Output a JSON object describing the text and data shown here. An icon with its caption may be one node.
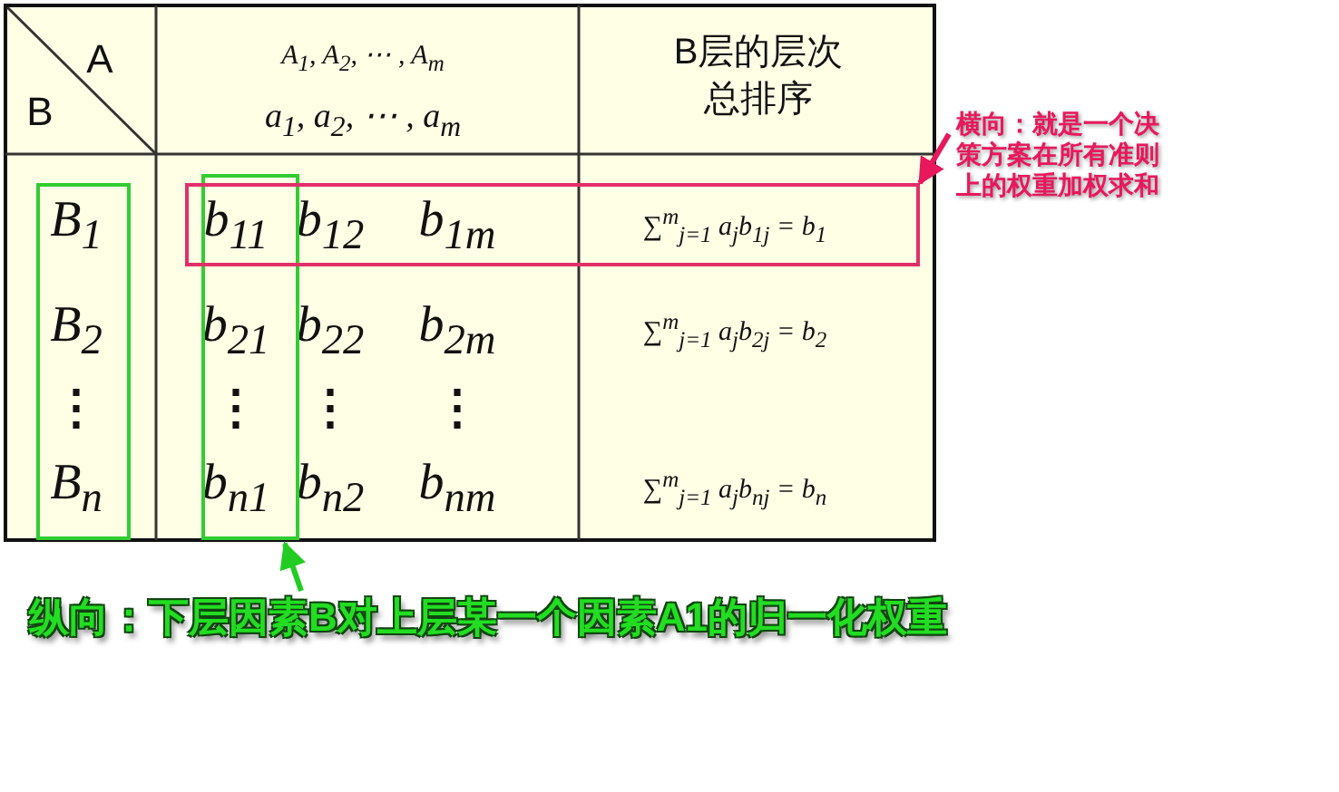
{
  "diagram": {
    "nodes": [
      {
        "text": [],
        "shape": "box"
      },
      {
        "text": [],
        "shape": "box"
      },
      {
        "text": [],
        "shape": "box"
      },
      {
        "text": [
          "横向：就是一个决策方案在所有准则上的权重加权求和"
        ]
      },
      {
        "text": [
          "纵向：下层因素B对上层某一个因素A1的归一化权重"
        ]
      }
    ],
    "edges": [
      {
        "from": 3,
        "to": 2,
        "arrow": "to",
        "color": "#e8185c"
      },
      {
        "from": 4,
        "to": 1,
        "arrow": "to",
        "color": "#22cc22"
      }
    ],
    "labels": [
      "A",
      "B",
      "A$_{1}$, A$_{2}$, ⋯ , A$_{m}$",
      "a$_{1}$, a$_{2}$, ⋯ , a$_{m}$",
      "B层的层次总排序",
      "B$_{1}$",
      "b$_{11}$",
      "b$_{12}$",
      "b$_{1m}$",
      "∑$^{m}$$_{j=1}$ a$_{j}$b$_{1j}$ = b$_{1}$",
      "B$_{2}$",
      "b$_{21}$",
      "b$_{22}$",
      "b$_{2m}$",
      "∑$^{m}$$_{j=1}$ a$_{j}$b$_{2j}$ = b$_{2}$",
      "⋮",
      "⋮",
      "⋮",
      "⋮",
      "B$_{n}$",
      "b$_{n1}$",
      "b$_{n2}$",
      "b$_{nm}$",
      "∑$^{m}$$_{j=1}$ a$_{j}$b$_{nj}$ = b$_{n}$"
    ]
  }
}
